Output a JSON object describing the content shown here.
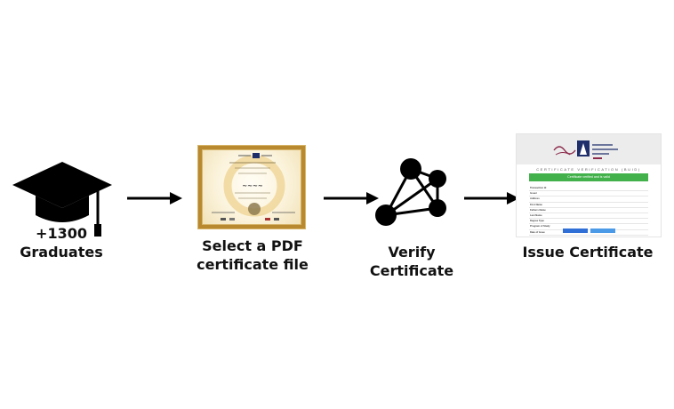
{
  "steps": [
    {
      "id": "graduates",
      "line1": "+1300",
      "line2": "Graduates"
    },
    {
      "id": "select",
      "line1": "Select a PDF",
      "line2": "certificate file"
    },
    {
      "id": "verify",
      "line1": "Verify Certificate"
    },
    {
      "id": "issue",
      "line1": "Issue Certificate"
    }
  ],
  "icons": {
    "graduates": "graduation-cap-icon",
    "select": "certificate-document-icon",
    "verify": "network-graph-icon",
    "issue": "certificate-verification-screenshot"
  },
  "colors": {
    "text": "#111111",
    "icon": "#000000",
    "verify_banner": "#43b14b",
    "button_blue": "#2f6fd6"
  },
  "issued_certificate": {
    "caption": "CERTIFICATE VERIFICATION (BUID)",
    "banner": "Certificate verified and is valid",
    "fields": [
      {
        "k": "Transaction Id"
      },
      {
        "k": "Issuer"
      },
      {
        "k": "Address"
      },
      {
        "k": "First Name"
      },
      {
        "k": "Fathers Name"
      },
      {
        "k": "Last Name"
      },
      {
        "k": "Degree Type"
      },
      {
        "k": "Program of Study"
      },
      {
        "k": "Date of Issue"
      }
    ]
  }
}
